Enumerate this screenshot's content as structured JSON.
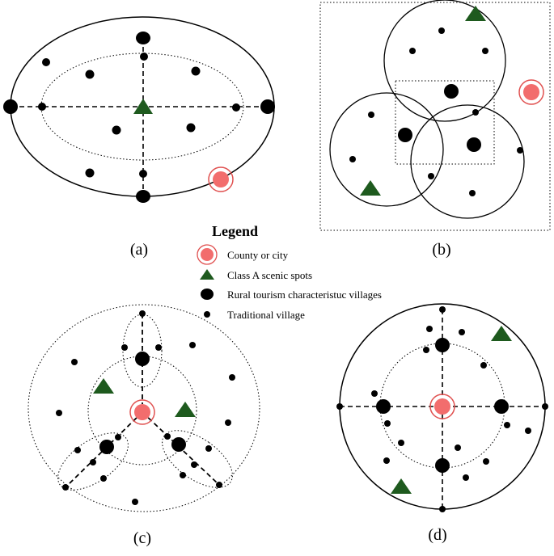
{
  "panels": {
    "a": {
      "label": "(a)"
    },
    "b": {
      "label": "(b)"
    },
    "c": {
      "label": "(c)"
    },
    "d": {
      "label": "(d)"
    }
  },
  "legend": {
    "title": "Legend",
    "items": [
      {
        "symbol": "county-city",
        "label": "County or city"
      },
      {
        "symbol": "scenic-spot",
        "label": "Class A scenic spots"
      },
      {
        "symbol": "tourism-village",
        "label": "Rural tourism characteristuc villages"
      },
      {
        "symbol": "traditional-village",
        "label": "Traditional village"
      }
    ]
  },
  "colors": {
    "county_city": "#f26d6d",
    "county_city_ring": "#e0504f",
    "scenic_spot": "#1e5a1e",
    "village": "#000000"
  }
}
